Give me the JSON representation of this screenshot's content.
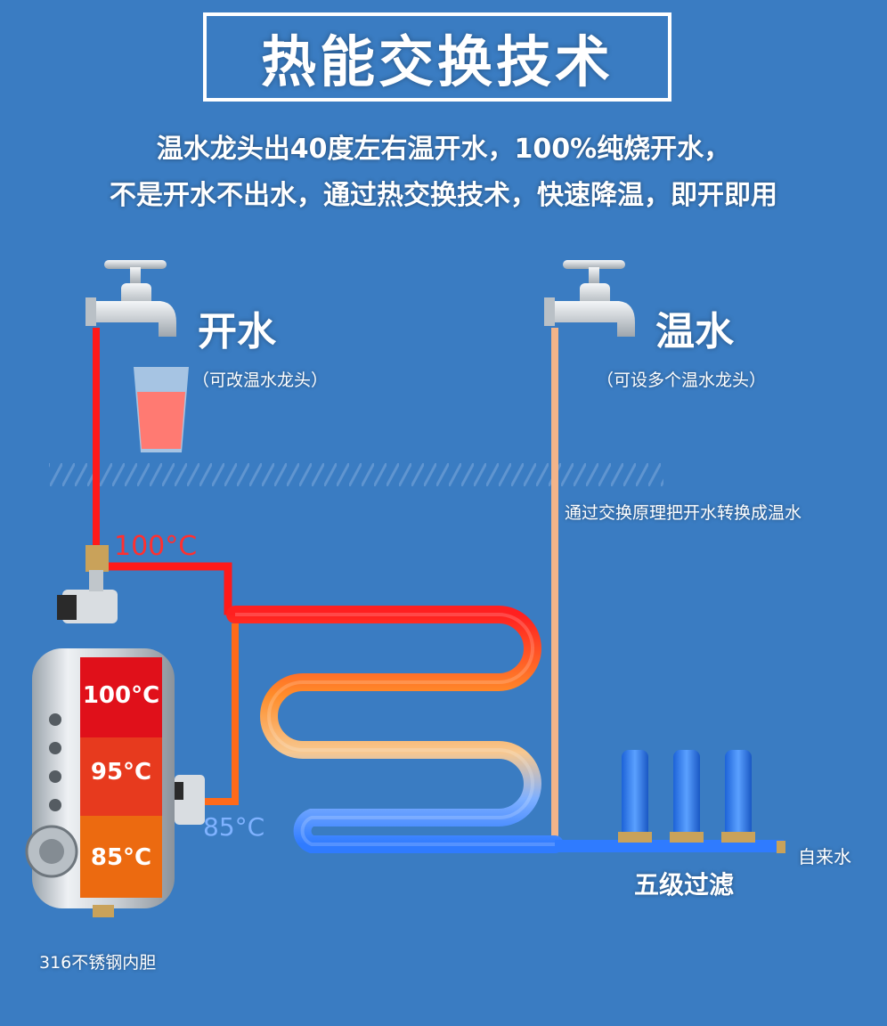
{
  "title": "热能交换技术",
  "subtitle_lines": [
    "温水龙头出40度左右温开水，100%纯烧开水，",
    "不是开水不出水，通过热交换技术，快速降温，即开即用"
  ],
  "boiling_tap": {
    "label": "开水",
    "note": "（可改温水龙头）"
  },
  "warm_tap": {
    "label": "温水",
    "note": "（可设多个温水龙头）"
  },
  "exchange_note": "通过交换原理把开水转换成温水",
  "outlet_temp": "100°C",
  "inlet_temp": "85°C",
  "tank": {
    "zones": [
      "100°C",
      "95°C",
      "85°C"
    ],
    "caption": "316不锈钢内胆"
  },
  "filter_label": "五级过滤",
  "tap_water_label": "自来水",
  "colors": {
    "background": "#3a7cc2",
    "hot": "#ff1a1a",
    "warm": "#f2b48a",
    "cold": "#2f7bff",
    "zone_hot": "#e0101a",
    "zone_mid": "#e73a1e",
    "zone_low": "#ec6a10"
  }
}
